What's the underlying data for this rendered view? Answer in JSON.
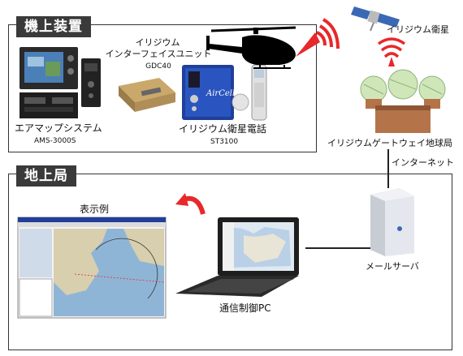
{
  "sections": {
    "onboard": "機上装置",
    "ground": "地上局"
  },
  "devices": {
    "airmap_name": "エアマップシステム",
    "airmap_model": "AMS-3000S",
    "interface_name_1": "イリジウム",
    "interface_name_2": "インターフェイスユニット",
    "interface_model": "GDC40",
    "phone_name": "イリジウム衛星電話",
    "phone_model": "ST3100",
    "phone_brand": "AirCell"
  },
  "network": {
    "satellite": "イリジウム衛星",
    "gateway": "イリジウムゲートウェイ地球局",
    "internet": "インターネット",
    "mail_server": "メールサーバ",
    "control_pc": "通信制御PC",
    "display_example": "表示例"
  },
  "colors": {
    "signal_red": "#e8282a",
    "title_bar": "#3a3a3a",
    "device_blue": "#1f3f9a",
    "gateway_copper": "#b5734a",
    "dome_green": "#cfe6b8"
  }
}
